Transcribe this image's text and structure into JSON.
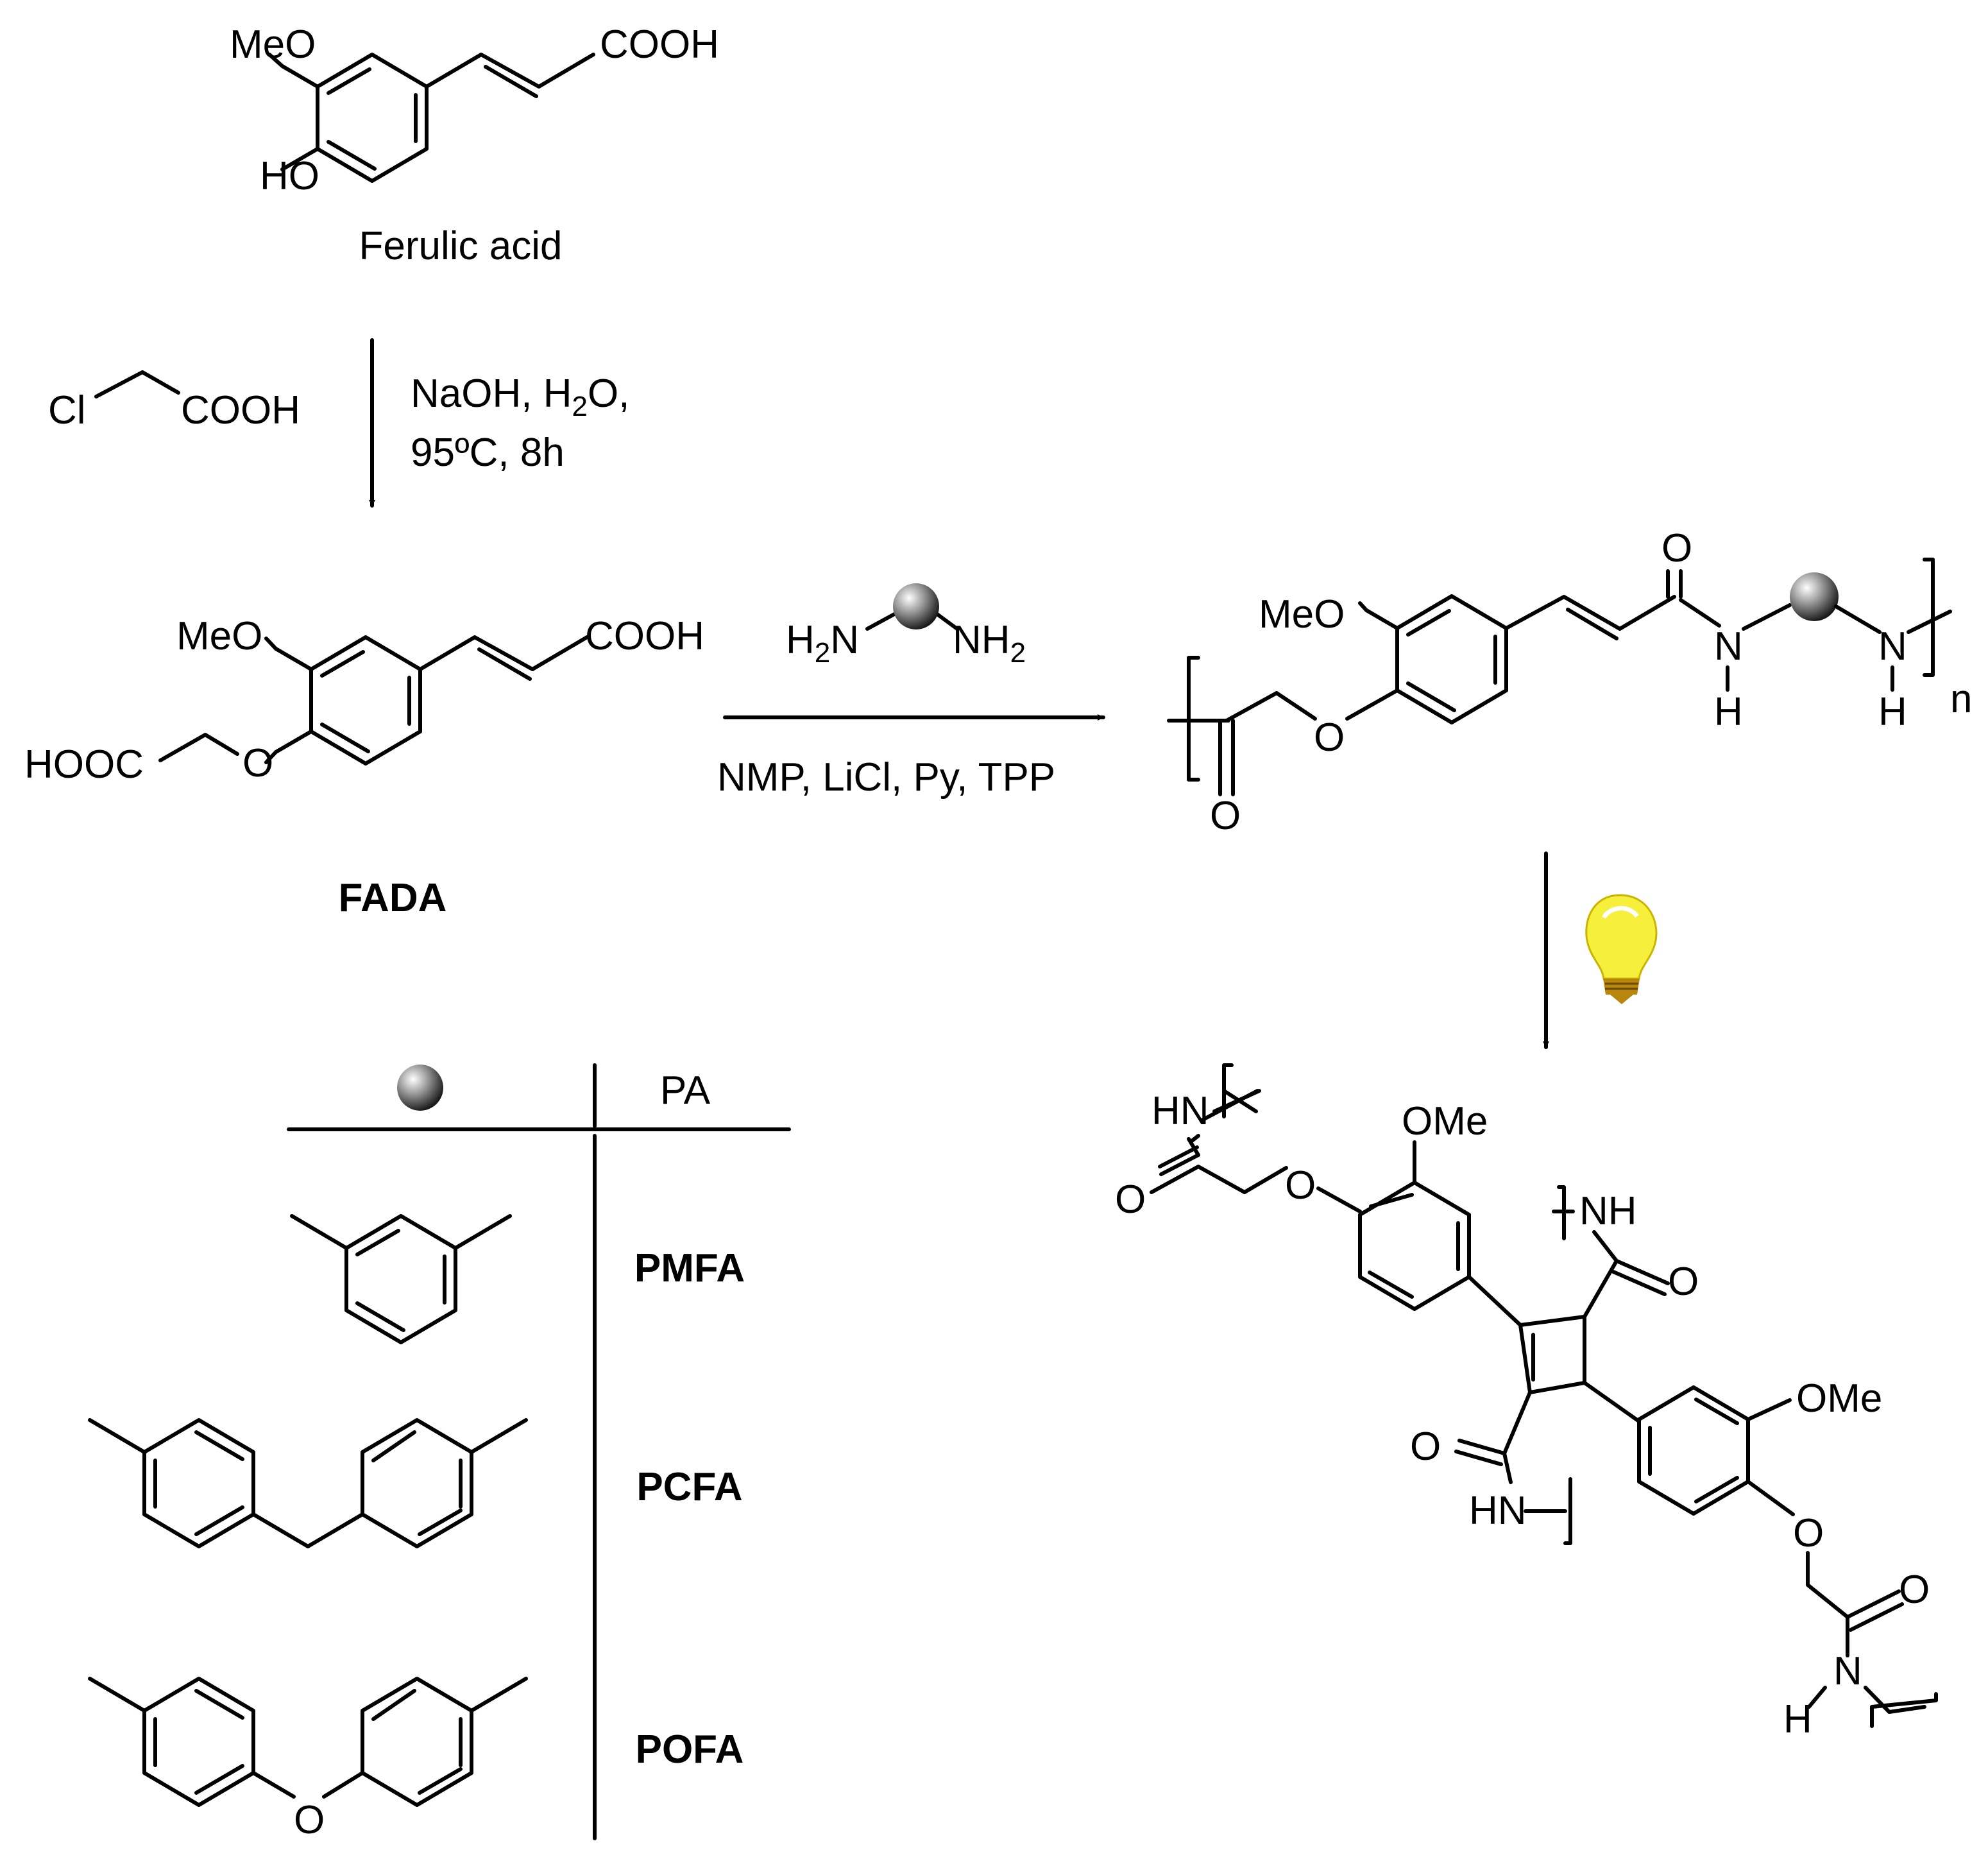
{
  "labels": {
    "ferulic_acid": "Ferulic acid",
    "fada": "FADA",
    "pa_header": "PA",
    "pmfa": "PMFA",
    "pcfa": "PCFA",
    "pofa": "POFA"
  },
  "atoms": {
    "meo": "MeO",
    "ome": "OMe",
    "cooh": "COOH",
    "hooc": "HOOC",
    "ho": "HO",
    "cl": "Cl",
    "o": "O",
    "n": "N",
    "h": "H",
    "nh": "NH",
    "hn": "HN",
    "h2n_h": "H",
    "h2n_sub": "2",
    "h2n_n": "N",
    "nh2_nh": "NH",
    "nh2_sub": "2",
    "n_index": "n"
  },
  "conditions": {
    "step1_line1_a": "NaOH, H",
    "step1_line1_sub": "2",
    "step1_line1_b": "O,",
    "step1_line2": "95ºC, 8h",
    "step2": "NMP, LiCl, Py, TPP"
  },
  "colors": {
    "ink": "#000000",
    "bulb_yellow": "#f6f03c",
    "bulb_base": "#b8860b"
  },
  "icons": [
    "diamine-spacer-sphere-icon",
    "light-bulb-icon"
  ]
}
